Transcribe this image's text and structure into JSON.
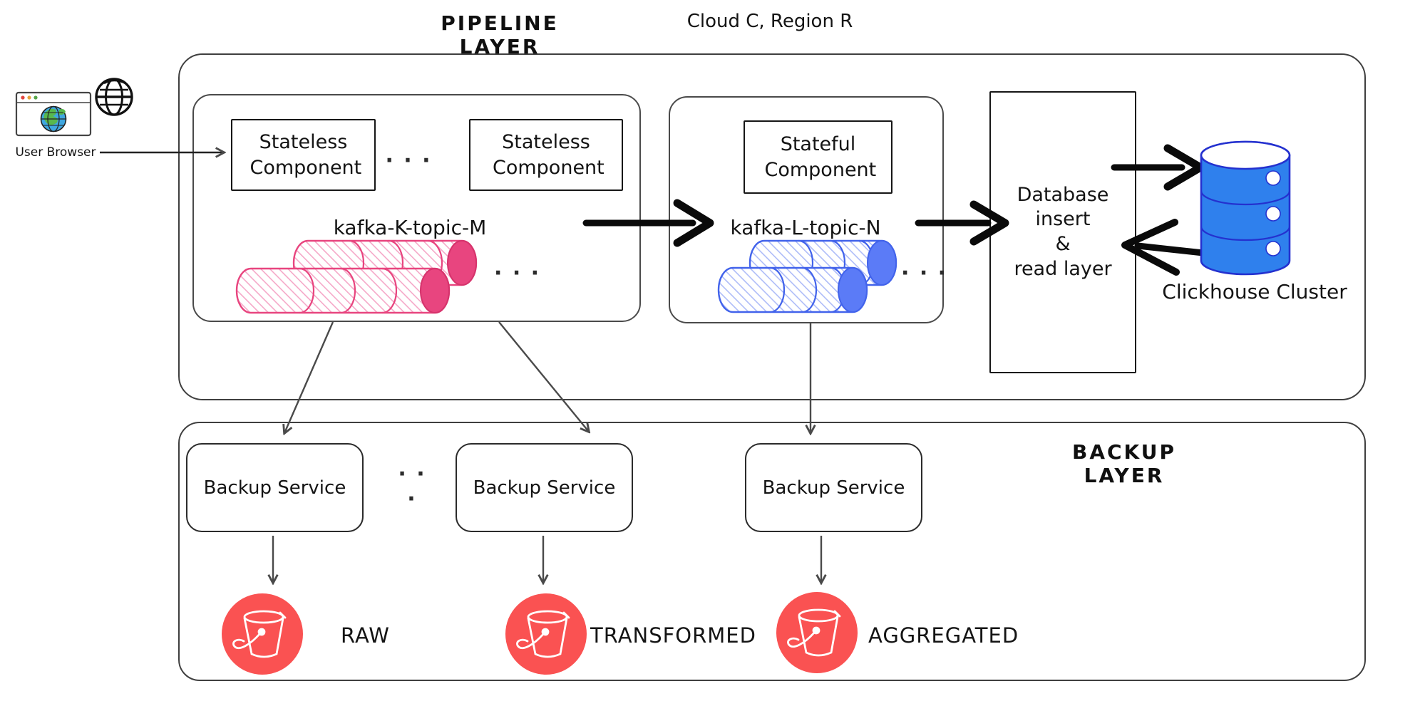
{
  "header": {
    "pipeline_layer_label": "PIPELINE LAYER",
    "cloud_region_label": "Cloud C, Region R"
  },
  "user_browser": {
    "label": "User Browser"
  },
  "pipeline_layer": {
    "stateless_group": {
      "component_a": "Stateless Component",
      "component_b": "Stateless Component",
      "kafka_label": "kafka-K-topic-M"
    },
    "stateful_group": {
      "component": "Stateful Component",
      "kafka_label": "kafka-L-topic-N"
    },
    "database": {
      "lines": [
        "Database",
        "insert",
        "&",
        "read layer"
      ]
    },
    "clickhouse_label": "Clickhouse Cluster"
  },
  "backup_layer": {
    "label": "BACKUP LAYER",
    "services": [
      "Backup Service",
      "Backup Service",
      "Backup Service"
    ],
    "buckets": [
      {
        "label": "RAW"
      },
      {
        "label": "TRANSFORMED"
      },
      {
        "label": "AGGREGATED"
      }
    ]
  },
  "misc": {
    "ellipsis": "· · ·"
  },
  "colors": {
    "kafka_pink": "#e8457f",
    "kafka_blue": "#5b7bf7",
    "clickhouse_blue": "#2f80ed",
    "bucket_red": "#fa5252",
    "ink": "#141414"
  }
}
